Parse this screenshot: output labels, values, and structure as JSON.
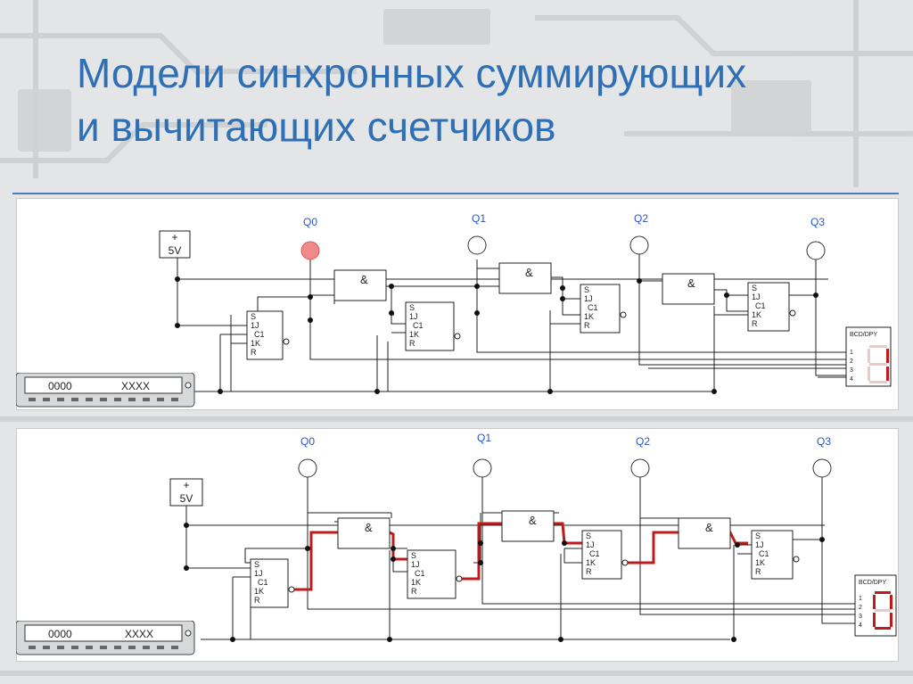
{
  "slide": {
    "title_line1": "Модели синхронных суммирующих",
    "title_line2": "и вычитающих счетчиков"
  },
  "colors": {
    "title": "#2e6fb5",
    "labels": "#2a55c8",
    "active_lamp": "#f08a8a",
    "active_path": "#c11a1a",
    "background": "#e3e5e6"
  },
  "counter_up": {
    "outputs": [
      "Q0",
      "Q1",
      "Q2",
      "Q3"
    ],
    "lamps_lit": [
      true,
      false,
      false,
      false
    ],
    "source_label": "5V",
    "source_symbol": "+",
    "gate_label": "&",
    "flipflop_pins": [
      "S",
      "1J",
      "C1",
      "1K",
      "R"
    ],
    "generator_value": "0000",
    "generator_mask": "XXXX",
    "display_label": "BCD/DPY",
    "display_pins": [
      "1",
      "2",
      "3",
      "4"
    ],
    "display_digit": "1"
  },
  "counter_down": {
    "outputs": [
      "Q0",
      "Q1",
      "Q2",
      "Q3"
    ],
    "lamps_lit": [
      false,
      false,
      false,
      false
    ],
    "source_label": "5V",
    "source_symbol": "+",
    "gate_label": "&",
    "flipflop_pins": [
      "S",
      "1J",
      "C1",
      "1K",
      "R"
    ],
    "generator_value": "0000",
    "generator_mask": "XXXX",
    "display_label": "BCD/DPY",
    "display_pins": [
      "1",
      "2",
      "3",
      "4"
    ],
    "display_digit": "0"
  }
}
